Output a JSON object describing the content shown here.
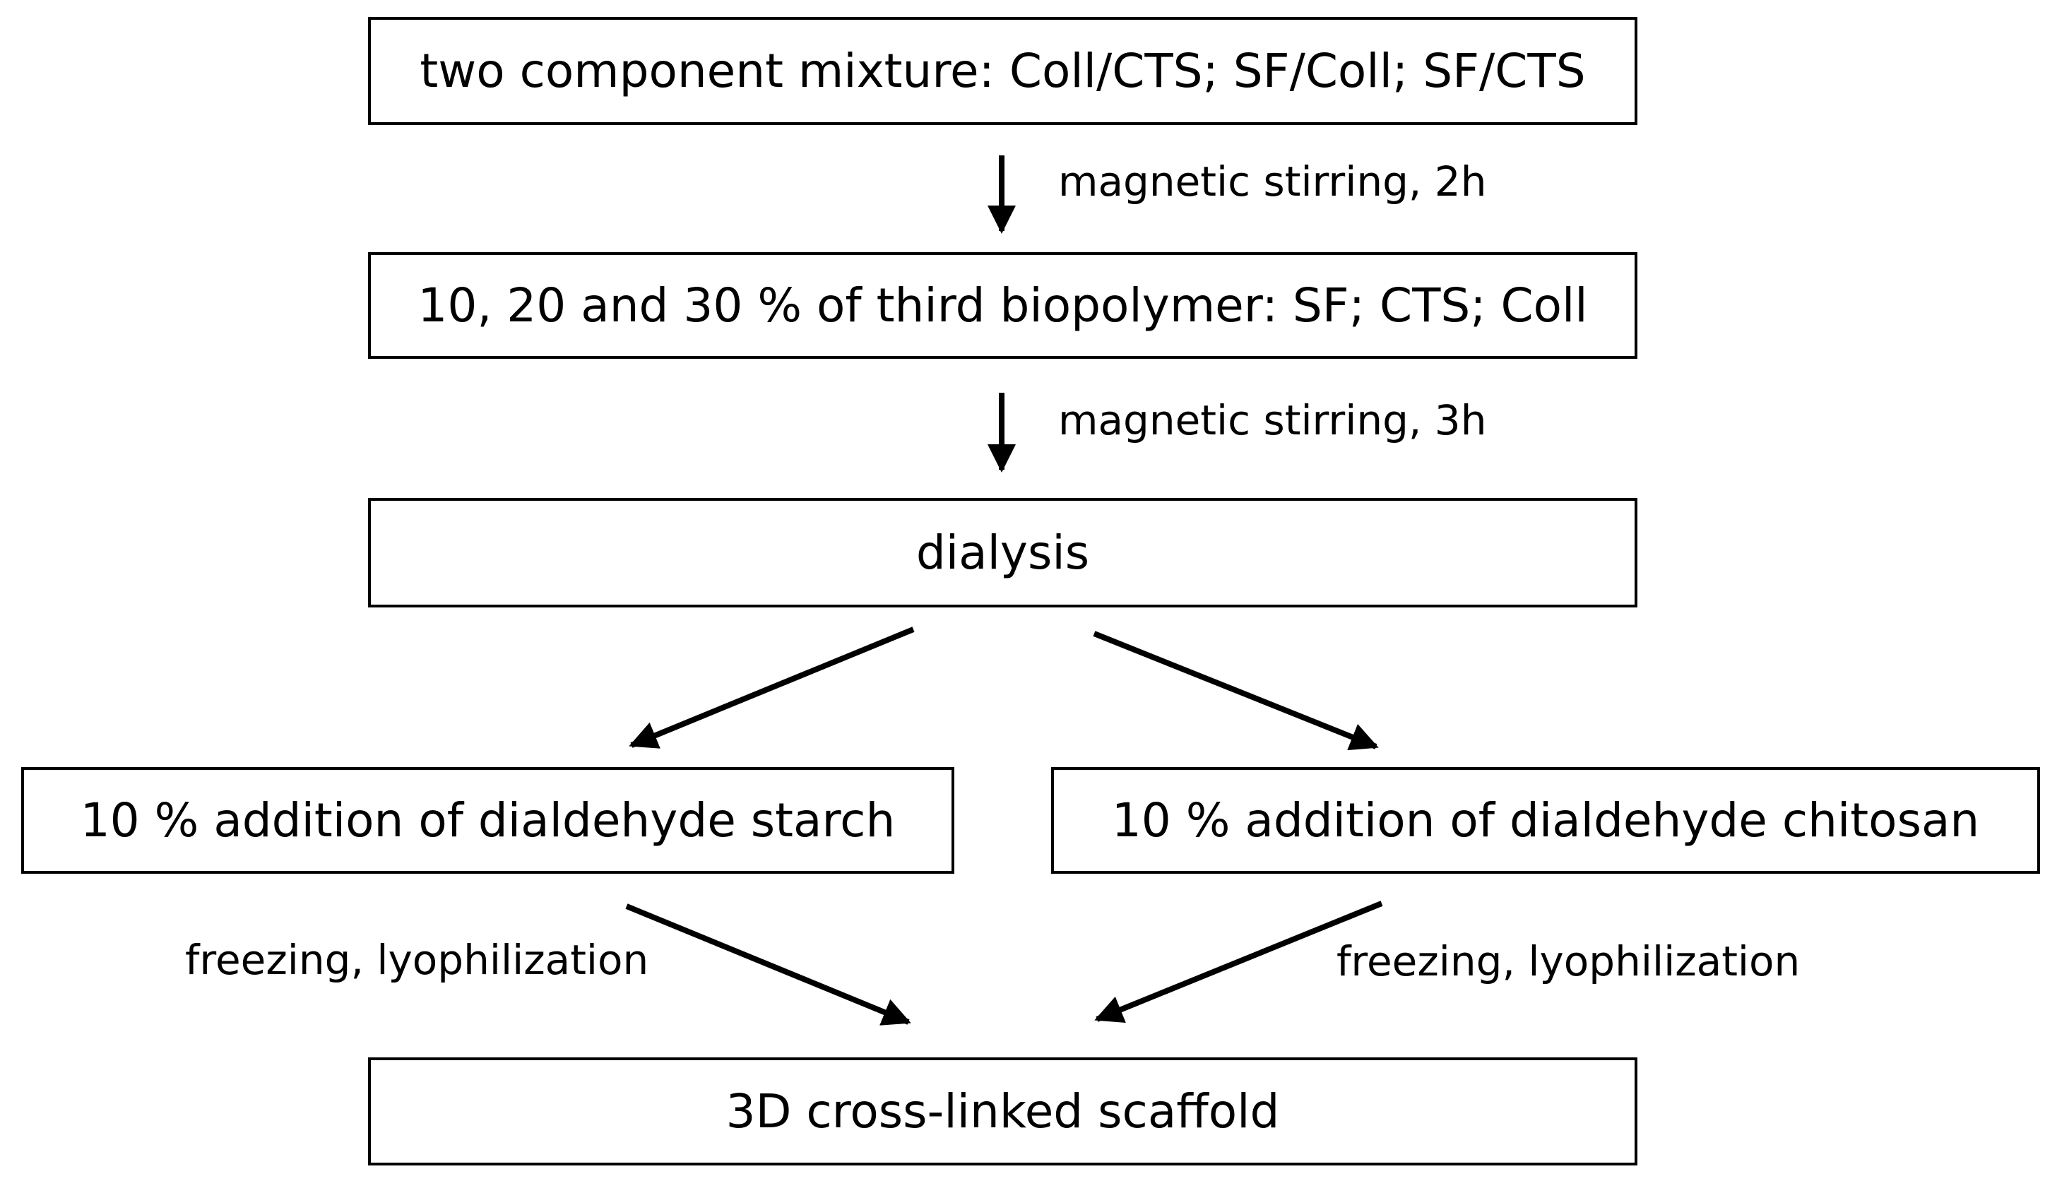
{
  "steps": {
    "mixture": "two component mixture: Coll/CTS; SF/Coll; SF/CTS",
    "third_biopolymer": "10, 20 and 30 % of third biopolymer: SF; CTS; Coll",
    "dialysis": "dialysis",
    "starch": "10 % addition of dialdehyde starch",
    "chitosan": "10 % addition of dialdehyde chitosan",
    "scaffold": "3D cross-linked scaffold"
  },
  "labels": {
    "stirring_2h": "magnetic stirring, 2h",
    "stirring_3h": "magnetic stirring, 3h",
    "freezing_left": "freezing, lyophilization",
    "freezing_right": "freezing, lyophilization"
  }
}
